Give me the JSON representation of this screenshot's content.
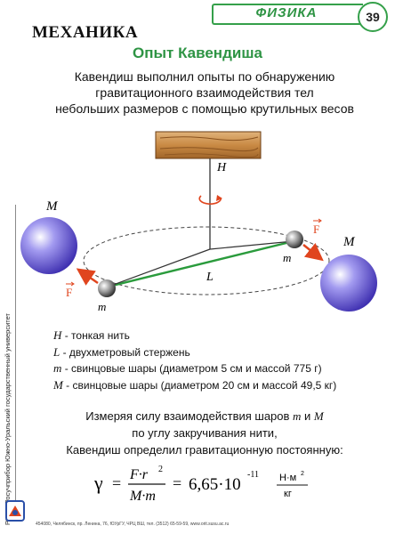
{
  "header": {
    "subject": "ФИЗИКА",
    "page_number": "39"
  },
  "section": "МЕХАНИКА",
  "title": "Опыт Кавендиша",
  "intro": [
    "Кавендиш выполнил опыты по обнаружению",
    "гравитационного взаимодействия тел",
    "небольших размеров с помощью крутильных весов"
  ],
  "diagram": {
    "label_H": "H",
    "label_L": "L",
    "label_M_left": "M",
    "label_M_right": "M",
    "label_m_left": "m",
    "label_m_right": "m",
    "label_F": "F",
    "colors": {
      "large_ball": "#5b4fc6",
      "rod": "#2a9b3c",
      "force": "#e0451e",
      "thread": "#333333"
    }
  },
  "legend": [
    {
      "sym": "H",
      "text": " - тонкая нить"
    },
    {
      "sym": "L",
      "text": " - двухметровый стержень"
    },
    {
      "sym": "m",
      "text": " - свинцовые шары (диаметром 5 см и массой 775 г)"
    },
    {
      "sym": "M",
      "text": " - свинцовые шары (диаметром 20 см и массой 49,5 кг)"
    }
  ],
  "conclusion": {
    "line1_a": "Измеряя силу взаимодействия шаров ",
    "line1_m": "m",
    "line1_and": " и ",
    "line1_M": "M",
    "line2": "по углу закручивания нити,",
    "line3": "Кавендиш определил гравитационную постоянную:"
  },
  "formula": {
    "gamma": "γ",
    "eq": "=",
    "num": "F·r",
    "num_exp": "2",
    "den": "M·m",
    "value": "6,65·10",
    "exp": "-11",
    "unit_num": "Н·м",
    "unit_num_exp": "2",
    "unit_den": "кг"
  },
  "sidebar": "РНПО Росучприбор   Южно-Уральский государственный университет",
  "footer": "454080, Челябинск, пр. Ленина, 76, ЮУрГУ, ЧРЦ ВШ, тел. (3512) 65-59-59, www.orit.susu.ac.ru"
}
